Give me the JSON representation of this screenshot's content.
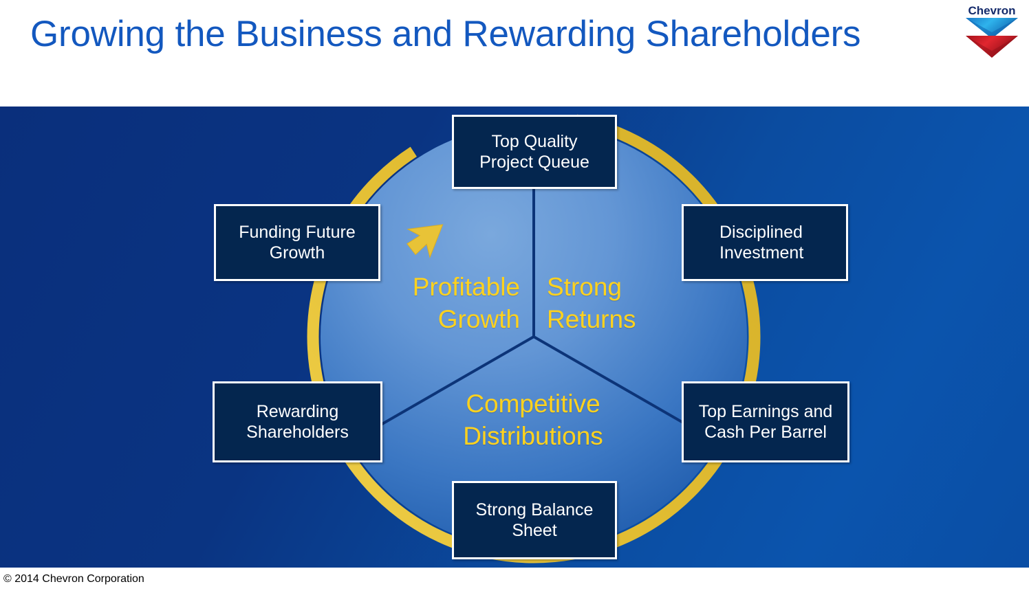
{
  "slide": {
    "title": "Growing the Business and Rewarding Shareholders",
    "copyright": "© 2014 Chevron Corporation"
  },
  "logo": {
    "wordmark": "Chevron",
    "top_chevron_color": "#22a0e0",
    "bottom_chevron_color": "#d21a24",
    "wordmark_color": "#132a6b"
  },
  "colors": {
    "title_blue": "#1358bf",
    "panel_dark_blue": "#0a2f7c",
    "panel_light_blue": "#0b54ad",
    "ring_gold": "#e8c337",
    "label_yellow": "#ffd21e",
    "node_fill": "#04264f",
    "node_border": "#ffffff",
    "disc_light": "#6193d3",
    "disc_edge": "#1a55a8",
    "divider_navy": "#0c3478"
  },
  "diagram": {
    "type": "cycle-diagram",
    "wedges": [
      {
        "id": "profitable-growth",
        "label": "Profitable\nGrowth",
        "align": "right"
      },
      {
        "id": "strong-returns",
        "label": "Strong\nReturns",
        "align": "left"
      },
      {
        "id": "competitive-distributions",
        "label": "Competitive\nDistributions",
        "align": "center"
      }
    ],
    "nodes": [
      {
        "id": "top-quality",
        "label": "Top Quality\nProject Queue",
        "position": "top"
      },
      {
        "id": "disciplined",
        "label": "Disciplined\nInvestment",
        "position": "upper-right"
      },
      {
        "id": "top-earnings",
        "label": "Top Earnings and\nCash Per Barrel",
        "position": "lower-right"
      },
      {
        "id": "strong-balance",
        "label": "Strong Balance\nSheet",
        "position": "bottom"
      },
      {
        "id": "rewarding",
        "label": "Rewarding\nShareholders",
        "position": "lower-left"
      },
      {
        "id": "funding-future",
        "label": "Funding Future\nGrowth",
        "position": "upper-left"
      }
    ],
    "flow_direction": "clockwise",
    "arrow_position": "top-left"
  }
}
